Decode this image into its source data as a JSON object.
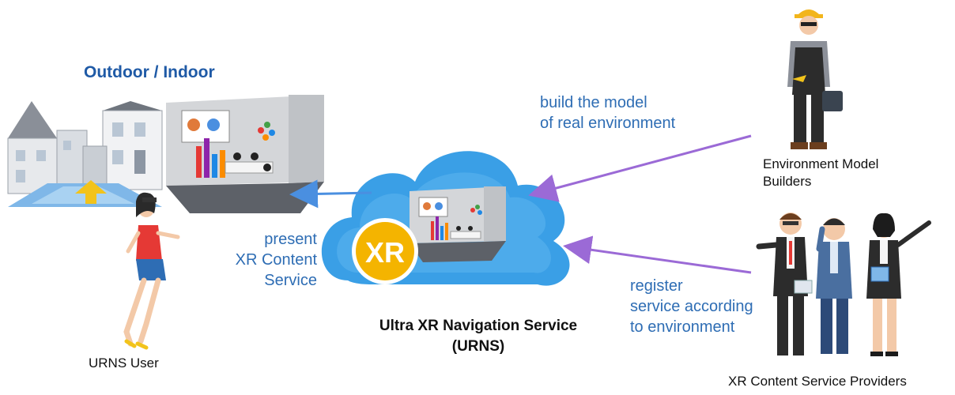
{
  "scene_label": "Outdoor / Indoor",
  "user_label": "URNS User",
  "present_label": [
    "present",
    "XR Content",
    "Service"
  ],
  "service_name": [
    "Ultra XR Navigation Service",
    "(URNS)"
  ],
  "xr_badge": "XR",
  "build_label": [
    "build the model",
    "of real environment"
  ],
  "builders_label": [
    "Environment Model",
    "Builders"
  ],
  "register_label": [
    "register",
    "service according",
    "to environment"
  ],
  "providers_label": "XR Content Service Providers",
  "colors": {
    "cloud": "#3a9fe6",
    "badge": "#f4b400",
    "arrow_present": "#4a8fe0",
    "arrow_input": "#9b6ad6",
    "label_blue": "#2e6db4"
  }
}
